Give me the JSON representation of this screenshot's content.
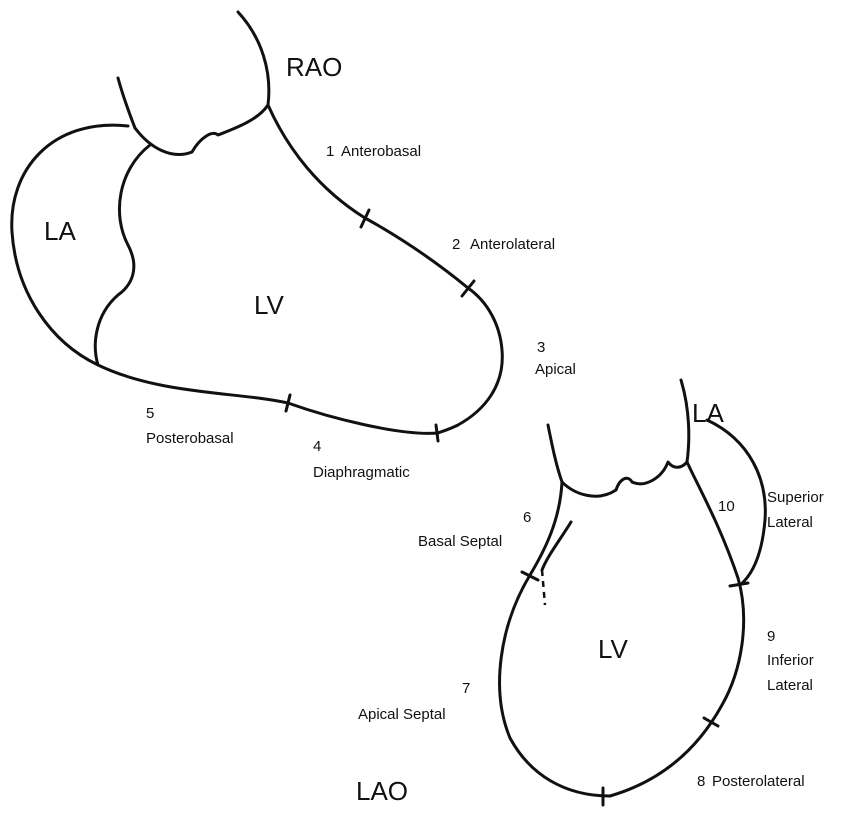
{
  "rao": {
    "view_label": "RAO",
    "la_label": "LA",
    "lv_label": "LV",
    "segments": [
      {
        "num": "1",
        "name": "Anterobasal"
      },
      {
        "num": "2",
        "name": "Anterolateral"
      },
      {
        "num": "3",
        "name": "Apical"
      },
      {
        "num": "4",
        "name": "Diaphragmatic"
      },
      {
        "num": "5",
        "name": "Posterobasal"
      }
    ]
  },
  "lao": {
    "view_label": "LAO",
    "la_label": "LA",
    "lv_label": "LV",
    "segments": [
      {
        "num": "6",
        "name": "Basal Septal"
      },
      {
        "num": "7",
        "name": "Apical Septal"
      },
      {
        "num": "8",
        "name": "Posterolateral"
      },
      {
        "num": "9",
        "name": "Inferior",
        "name2": "Lateral"
      },
      {
        "num": "10",
        "name": "Superior",
        "name2": "Lateral"
      }
    ]
  }
}
